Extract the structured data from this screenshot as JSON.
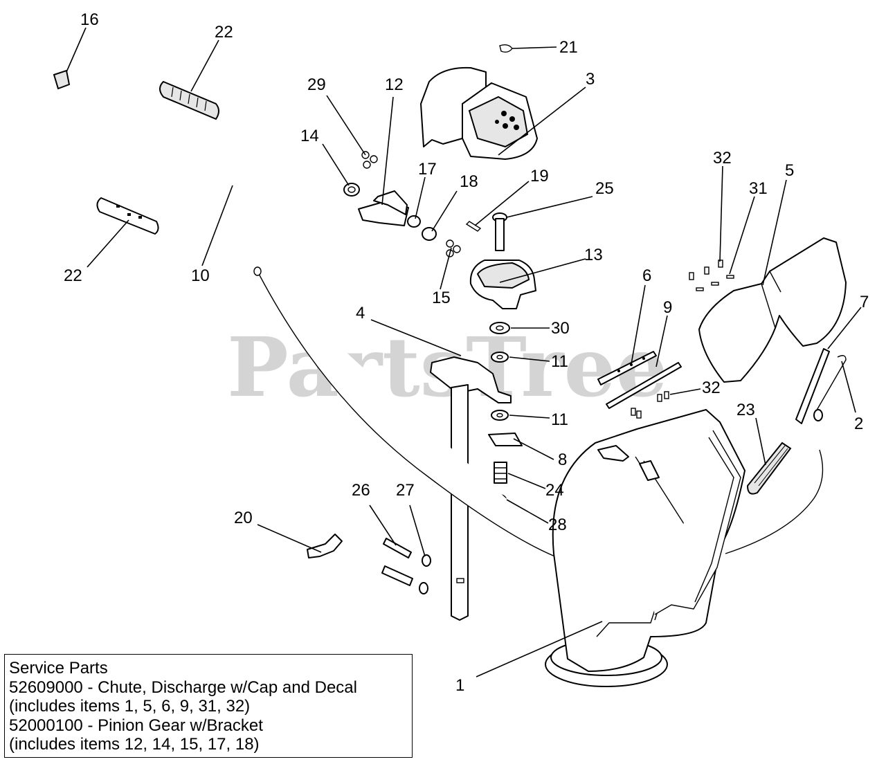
{
  "watermark": "PartsTree",
  "callouts": [
    {
      "id": "c16a",
      "label": "16"
    },
    {
      "id": "c22a",
      "label": "22"
    },
    {
      "id": "c21",
      "label": "21"
    },
    {
      "id": "c3",
      "label": "3"
    },
    {
      "id": "c29",
      "label": "29"
    },
    {
      "id": "c12",
      "label": "12"
    },
    {
      "id": "c14",
      "label": "14"
    },
    {
      "id": "c17",
      "label": "17"
    },
    {
      "id": "c18",
      "label": "18"
    },
    {
      "id": "c19",
      "label": "19"
    },
    {
      "id": "c25",
      "label": "25"
    },
    {
      "id": "c32a",
      "label": "32"
    },
    {
      "id": "c31",
      "label": "31"
    },
    {
      "id": "c5",
      "label": "5"
    },
    {
      "id": "c22b",
      "label": "22"
    },
    {
      "id": "c10",
      "label": "10"
    },
    {
      "id": "c13",
      "label": "13"
    },
    {
      "id": "c15",
      "label": "15"
    },
    {
      "id": "c6",
      "label": "6"
    },
    {
      "id": "c9",
      "label": "9"
    },
    {
      "id": "c7",
      "label": "7"
    },
    {
      "id": "c4",
      "label": "4"
    },
    {
      "id": "c30",
      "label": "30"
    },
    {
      "id": "c11a",
      "label": "11"
    },
    {
      "id": "c32b",
      "label": "32"
    },
    {
      "id": "c2",
      "label": "2"
    },
    {
      "id": "c11b",
      "label": "11"
    },
    {
      "id": "c23",
      "label": "23"
    },
    {
      "id": "c8",
      "label": "8"
    },
    {
      "id": "c24",
      "label": "24"
    },
    {
      "id": "c26",
      "label": "26"
    },
    {
      "id": "c27",
      "label": "27"
    },
    {
      "id": "c20",
      "label": "20"
    },
    {
      "id": "c28",
      "label": "28"
    },
    {
      "id": "c1",
      "label": "1"
    }
  ],
  "service_parts": {
    "heading": "Service Parts",
    "lines": [
      "52609000 - Chute, Discharge w/Cap and Decal",
      "(includes items 1, 5, 6, 9, 31, 32)",
      "52000100 - Pinion Gear w/Bracket",
      "(includes items 12, 14, 15, 17, 18)"
    ]
  }
}
